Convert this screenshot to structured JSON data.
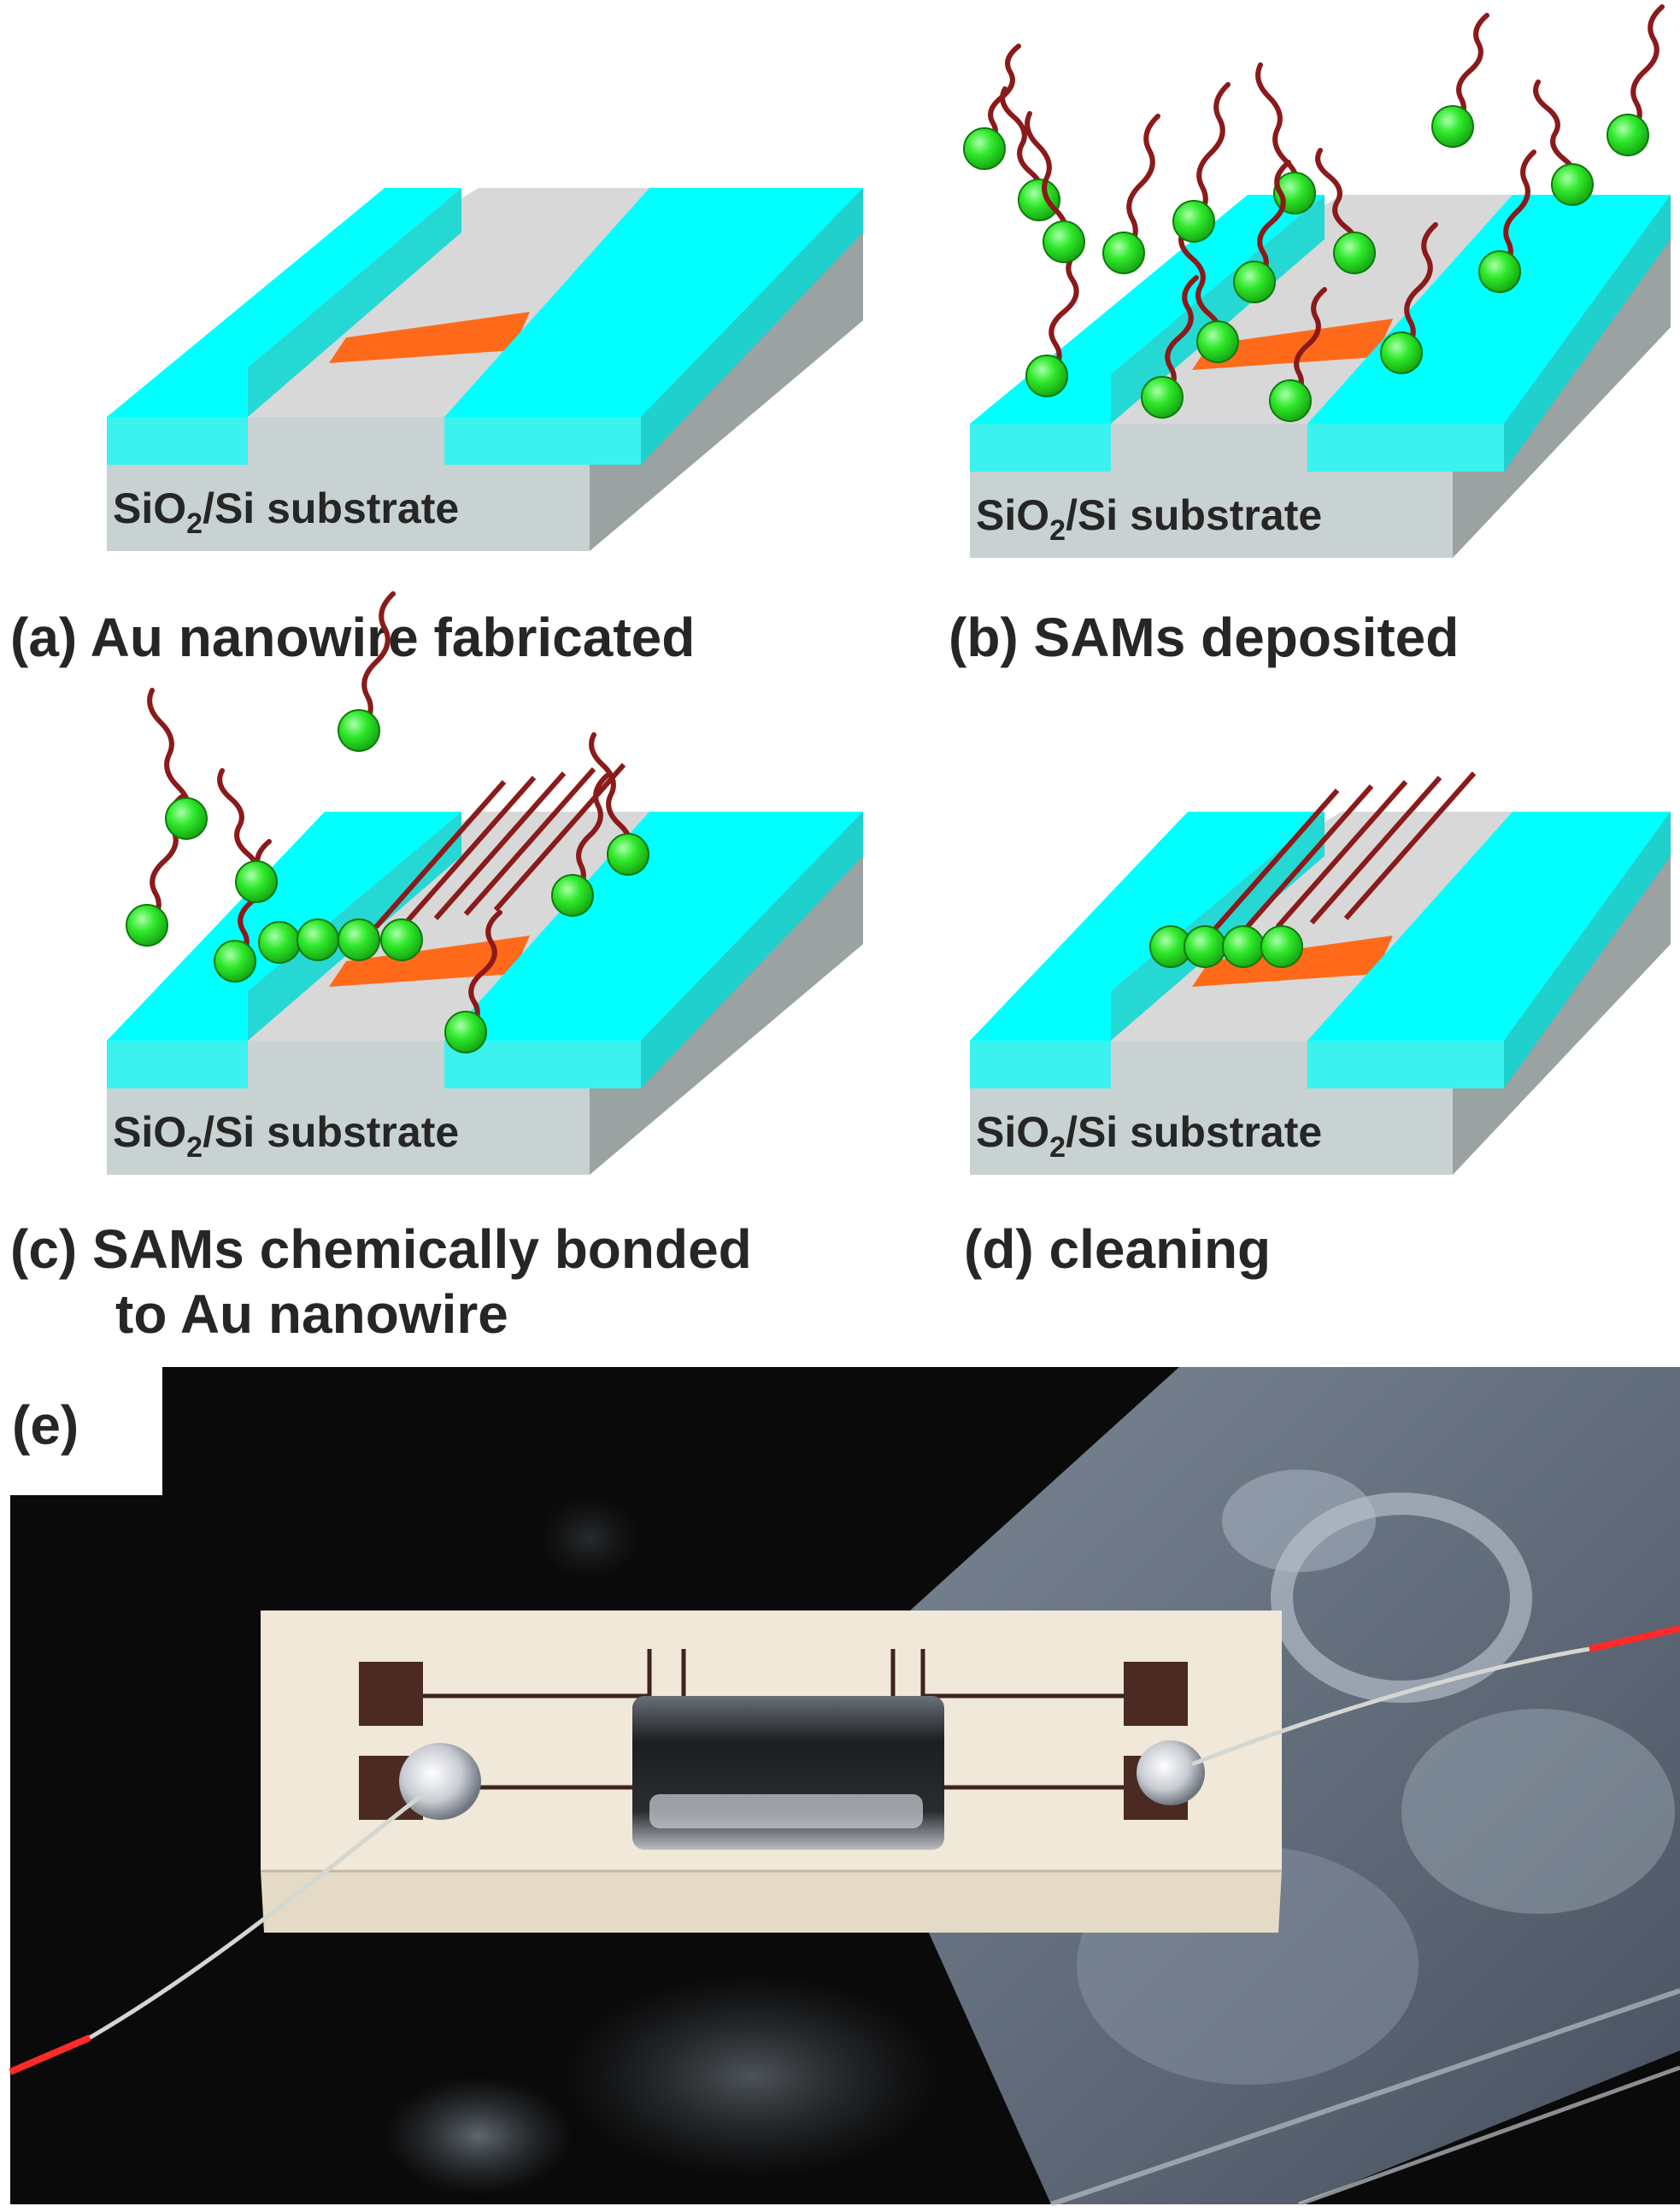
{
  "figure": {
    "panels": [
      {
        "id": "a",
        "substrate_label_main": "SiO",
        "substrate_label_sub": "2",
        "substrate_label_rest": "/Si substrate",
        "caption_line1": "(a) Au nanowire fabricated",
        "caption_line2": ""
      },
      {
        "id": "b",
        "substrate_label_main": "SiO",
        "substrate_label_sub": "2",
        "substrate_label_rest": "/Si substrate",
        "caption_line1": "(b) SAMs deposited",
        "caption_line2": ""
      },
      {
        "id": "c",
        "substrate_label_main": "SiO",
        "substrate_label_sub": "2",
        "substrate_label_rest": "/Si substrate",
        "caption_line1": "(c) SAMs chemically bonded",
        "caption_line2": "to Au nanowire"
      },
      {
        "id": "d",
        "substrate_label_main": "SiO",
        "substrate_label_sub": "2",
        "substrate_label_rest": "/Si substrate",
        "caption_line1": "(d) cleaning",
        "caption_line2": ""
      }
    ],
    "photo_label": "(e)"
  },
  "colors": {
    "electrode_top": "#00ffff",
    "electrode_front": "#33f0ee",
    "substrate_top": "#d7d7d7",
    "substrate_front": "#c8d2d2",
    "substrate_side": "#9aa2a2",
    "nanowire": "#ff6a1a",
    "molecule_head": "#22e01e",
    "molecule_tail": "#8b1a1a",
    "photo_background": "#0a0a0a",
    "chip": "#efe7d6",
    "copper_trace": "#4a2a22",
    "wire_tip": "#ff2a2a"
  }
}
